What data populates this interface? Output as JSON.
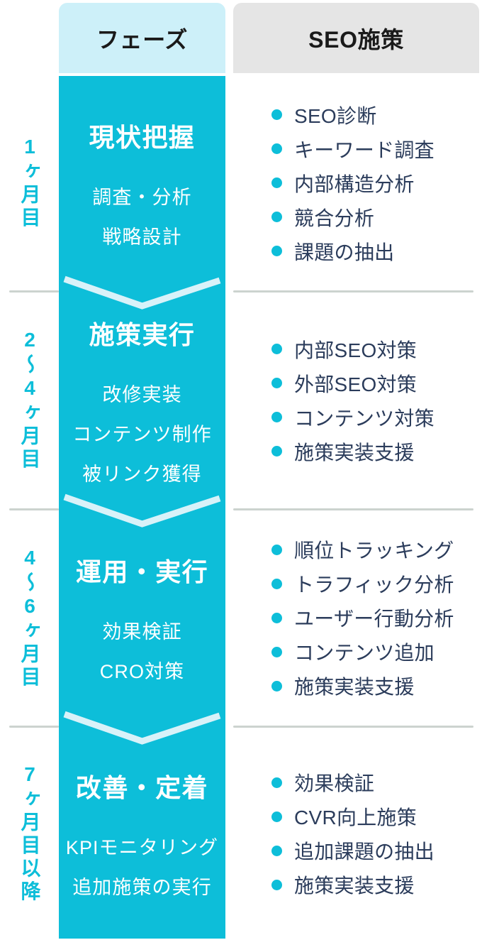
{
  "header": {
    "phase_label": "フェーズ",
    "seo_label": "SEO施策"
  },
  "colors": {
    "accent_cyan": "#0dbed9",
    "header_phase_bg": "#cdf0f9",
    "header_seo_bg": "#e5e5e5",
    "chevron_stroke": "#d8f2f9",
    "task_text_navy": "#2b3c5b"
  },
  "sections": [
    {
      "month": "1ヶ月目",
      "phase_title": "現状把握",
      "phase_lines": [
        "調査・分析",
        "戦略設計"
      ],
      "items": [
        "SEO診断",
        "キーワード調査",
        "内部構造分析",
        "競合分析",
        "課題の抽出"
      ]
    },
    {
      "month": "2〜4ヶ月目",
      "phase_title": "施策実行",
      "phase_lines": [
        "改修実装",
        "コンテンツ制作",
        "被リンク獲得"
      ],
      "items": [
        "内部SEO対策",
        "外部SEO対策",
        "コンテンツ対策",
        "施策実装支援"
      ]
    },
    {
      "month": "4〜6ヶ月目",
      "phase_title": "運用・実行",
      "phase_lines": [
        "効果検証",
        "CRO対策"
      ],
      "items": [
        "順位トラッキング",
        "トラフィック分析",
        "ユーザー行動分析",
        "コンテンツ追加",
        "施策実装支援"
      ]
    },
    {
      "month": "7ヶ月目以降",
      "phase_title": "改善・定着",
      "phase_lines": [
        "KPIモニタリング",
        "追加施策の実行"
      ],
      "items": [
        "効果検証",
        "CVR向上施策",
        "追加課題の抽出",
        "施策実装支援"
      ]
    }
  ]
}
